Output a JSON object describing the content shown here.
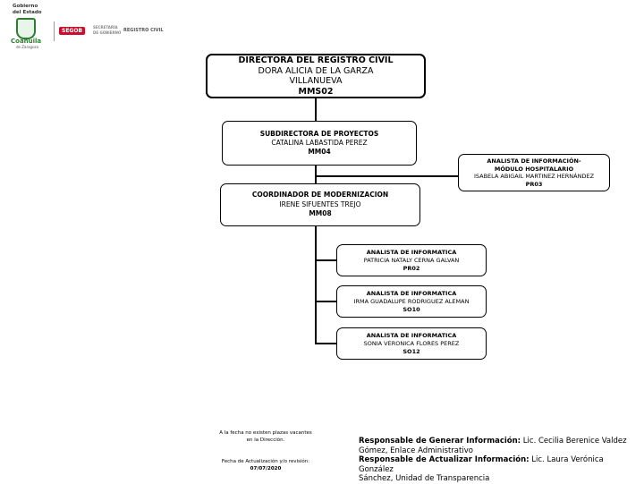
{
  "header": {
    "gov_line1": "Gobierno",
    "gov_line2": "del Estado",
    "state_name": "Coahuila",
    "state_sub": "de Zaragoza",
    "segob": "SEGOB",
    "sec_line1": "SECRETARÍA",
    "sec_line2": "DE GOBIERNO",
    "reg_line1": "REGISTRO CIVIL"
  },
  "director": {
    "title": "DIRECTORA DEL REGISTRO CIVIL",
    "name1": "DORA ALICIA DE LA GARZA",
    "name2": "VILLANUEVA",
    "code": "MMS02"
  },
  "subdirector": {
    "title": "SUBDIRECTORA DE PROYECTOS",
    "name": "CATALINA LABASTIDA PEREZ",
    "code": "MM04"
  },
  "analyst_hospital": {
    "title1": "ANALISTA DE INFORMACIÓN-",
    "title2": "MÓDULO HOSPITALARIO",
    "name": "ISABELA ABIGAIL MARTINEZ HERNÁNDEZ",
    "code": "PR03"
  },
  "coordinator": {
    "title": "COORDINADOR DE MODERNIZACION",
    "name": "IRENE SIFUENTES TREJO",
    "code": "MM08"
  },
  "analysts": [
    {
      "title": "ANALISTA DE INFORMATICA",
      "name": "PATRICIA NATALY CERNA GALVAN",
      "code": "PR02"
    },
    {
      "title": "ANALISTA DE INFORMATICA",
      "name": "IRMA GUADALUPE RODRIGUEZ ALEMAN",
      "code": "SO10"
    },
    {
      "title": "ANALISTA DE INFORMATICA",
      "name": "SONIA VERONICA FLORES PEREZ",
      "code": "SO12"
    }
  ],
  "notes": {
    "vacancy1": "A la fecha no existen plazas vacantes",
    "vacancy2": "en la Dirección.",
    "update_label": "Fecha de Actualización y/o revisión:",
    "update_date": "07/07/2020"
  },
  "responsible": {
    "gen_label": "Responsable de Generar Información:",
    "gen_value1": " Lic. Cecilia Berenice Valdez",
    "gen_value2": "Gómez, Enlace Administrativo",
    "upd_label": "Responsable de Actualizar Información:",
    "upd_value1": " Lic. Laura Verónica González",
    "upd_value2": "Sánchez, Unidad de Transparencia"
  }
}
